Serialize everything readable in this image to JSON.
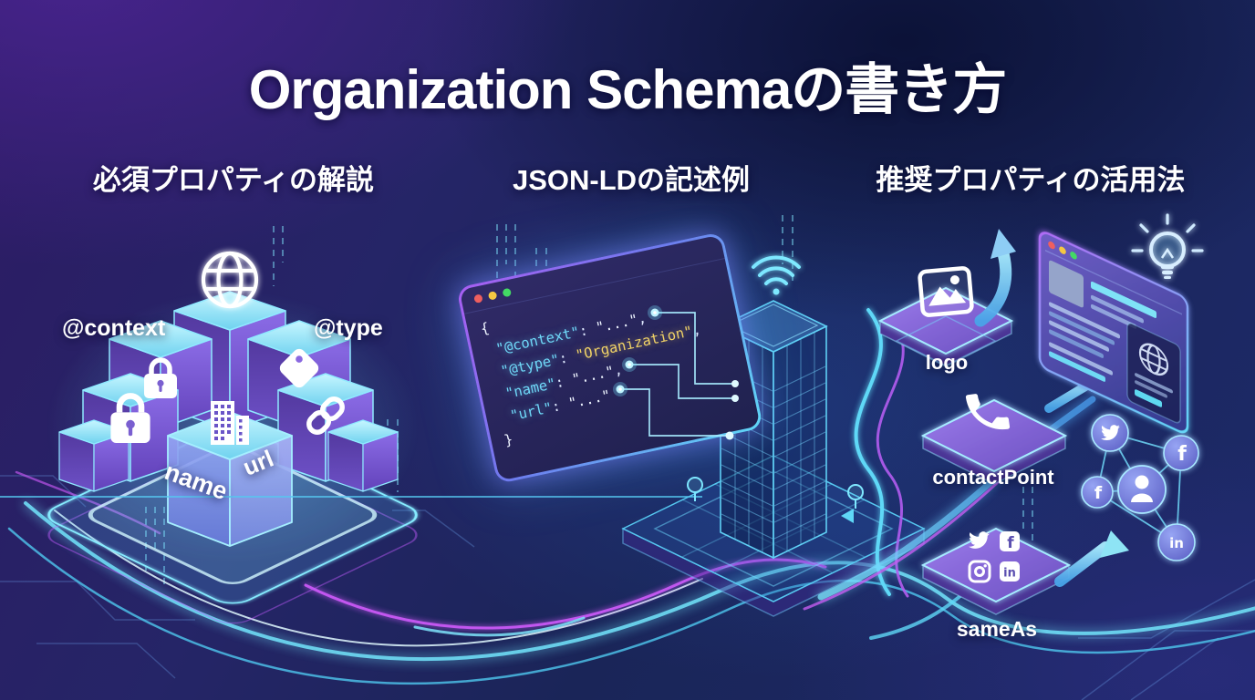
{
  "title": "Organization Schemaの書き方",
  "sections": {
    "required": "必須プロパティの解説",
    "jsonld": "JSON-LDの記述例",
    "recommended": "推奨プロパティの活用法"
  },
  "required_props": {
    "context": "@context",
    "type": "@type",
    "name": "name",
    "url": "url"
  },
  "code": {
    "open_brace": "{",
    "close_brace": "}",
    "lines": [
      {
        "key": "\"@context\"",
        "sep": ": ",
        "value": "\"...\"",
        "end": ","
      },
      {
        "key": "\"@type\"",
        "sep": ": ",
        "value": "\"Organization\"",
        "end": ","
      },
      {
        "key": "\"name\"",
        "sep": ": ",
        "value": "\"...\"",
        "end": ","
      },
      {
        "key": "\"url\"",
        "sep": ": ",
        "value": "\"...\"",
        "end": ""
      }
    ]
  },
  "recommended_props": {
    "logo": "logo",
    "contact_point": "contactPoint",
    "same_as": "sameAs"
  },
  "icons": {
    "facebook_glyph": "f",
    "linkedin_glyph": "in",
    "names": [
      "globe-icon",
      "padlock-icon",
      "keyhole-lock-icon",
      "tag-icon",
      "chain-link-icon",
      "building-icon",
      "wifi-icon",
      "image-icon",
      "phone-icon",
      "twitter-icon",
      "facebook-icon",
      "instagram-icon",
      "linkedin-icon",
      "person-icon",
      "lightbulb-icon"
    ]
  },
  "colors": {
    "accent_cyan": "#5fe0f8",
    "accent_magenta": "#c95cff",
    "code_key": "#6fd8f8",
    "code_string": "#eef4ff",
    "code_org_value": "#f0d267",
    "window_red": "#ef5f5f",
    "window_yellow": "#f5c842",
    "window_green": "#43d964"
  }
}
